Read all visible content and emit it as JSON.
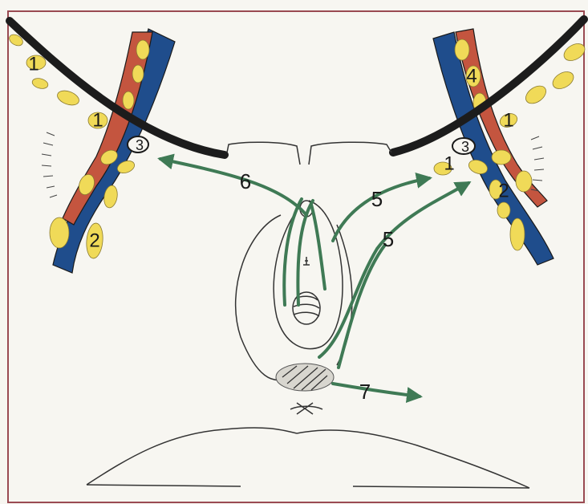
{
  "colors": {
    "background": "#f7f6f1",
    "frame": "#9a4a52",
    "artery": "#c4553f",
    "vein": "#1f4d8c",
    "lymph_node": "#f0da58",
    "ligament": "#1c1c1c",
    "arrow": "#3f7a55",
    "outline": "#333333"
  },
  "labels": {
    "arrow_medial_left": "6",
    "arrow_medial_right_upper": "5",
    "arrow_medial_right_lower": "5",
    "arrow_perineal": "7",
    "left_superficial_group": "1",
    "left_node_near_vessel": "1",
    "left_deep_group": "2",
    "left_femoral_ring_node": "3",
    "right_node_near_vessel": "1",
    "right_superficial_lower": "1",
    "right_deep_group": "2",
    "right_femoral_ring_node": "3",
    "right_upper_group": "4"
  }
}
